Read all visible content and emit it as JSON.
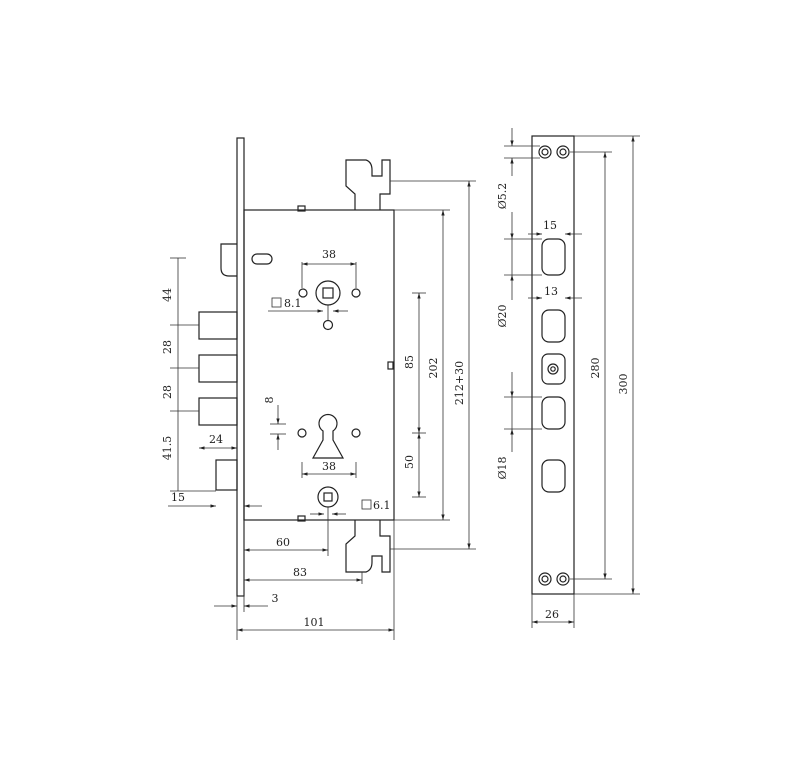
{
  "dimensions": {
    "d44": "44",
    "d28a": "28",
    "d28b": "28",
    "d41_5": "41.5",
    "d24": "24",
    "d15_left": "15",
    "d38_top": "38",
    "sq8_1": "8.1",
    "d8": "8",
    "d38_mid": "38",
    "sq6_1": "6.1",
    "d85": "85",
    "d50": "50",
    "d202": "202",
    "d212": "212+30",
    "d60": "60",
    "d83": "83",
    "d3": "3",
    "d101": "101",
    "dia5_2": "Ø5.2",
    "d15_plate": "15",
    "d13": "13",
    "dia20": "Ø20",
    "dia18": "Ø18",
    "d280": "280",
    "d300": "300",
    "d26": "26"
  }
}
